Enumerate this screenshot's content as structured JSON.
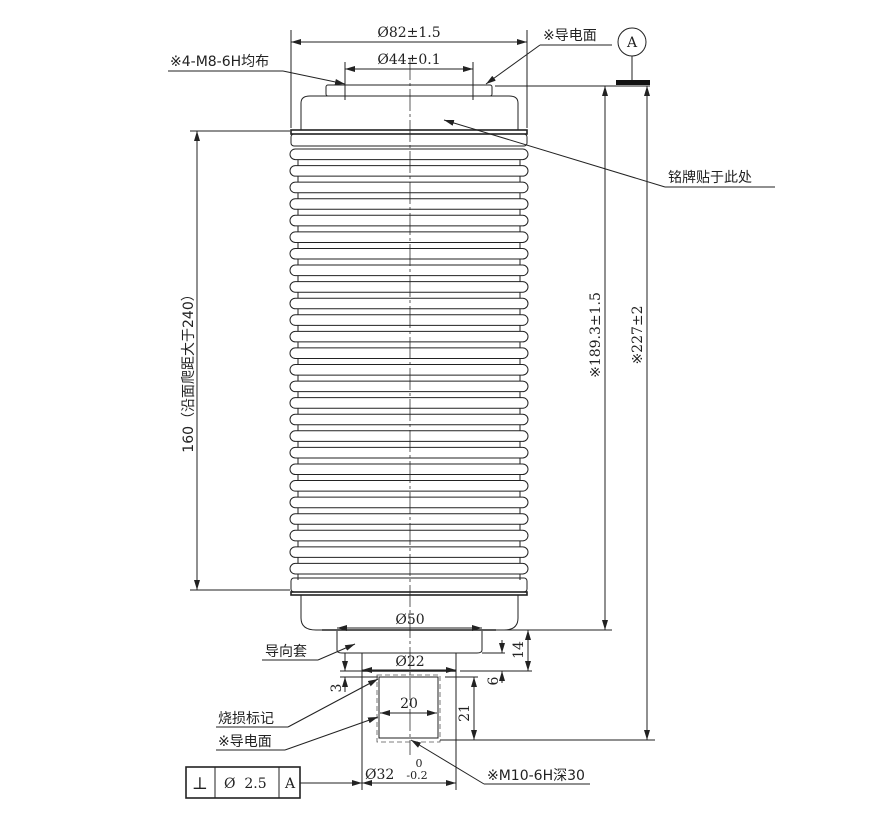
{
  "dimensions": {
    "outer_diameter": "Ø82±1.5",
    "top_terminal_diameter": "Ø44±0.1",
    "bottom_plate_diameter": "Ø50",
    "guide_diameter": "Ø22",
    "stem_diameter": "Ø32",
    "stem_tol_upper": "0",
    "stem_tol_lower": "-0.2",
    "bore_width": "20",
    "creepage_height": "160（沿面爬距大于240）",
    "body_height": "※189.3±1.5",
    "total_height": "※227±2",
    "guide_height": "14",
    "step_6": "6",
    "step_3": "3",
    "stem_length": "21"
  },
  "annotations": {
    "top_threads": "※4-M8-6H均布",
    "top_conductive_face": "※导电面",
    "nameplate": "铭牌贴于此处",
    "guide_sleeve": "导向套",
    "burn_mark": "烧损标记",
    "bottom_conductive_face": "※导电面",
    "bottom_thread": "※M10-6H深30"
  },
  "datum": {
    "label": "A"
  },
  "tolerance_frame": {
    "symbol": "⊥",
    "value": "Ø  2.5",
    "datum": "A"
  },
  "rib_count": 26
}
